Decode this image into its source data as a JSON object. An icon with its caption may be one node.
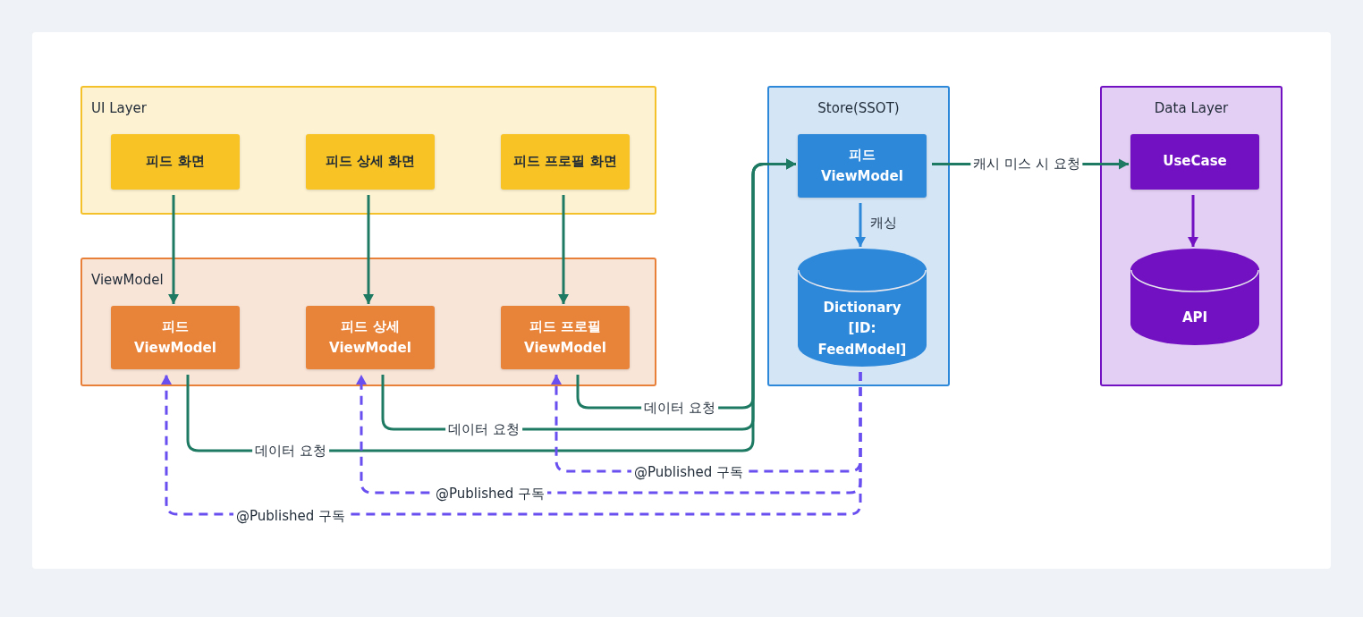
{
  "diagram": {
    "nodes": [
      {
        "text": [
          "UI Layer"
        ]
      },
      {
        "text": [
          "피드 화면"
        ],
        "in": 0
      },
      {
        "text": [
          "피드 상세 화면"
        ],
        "in": 0
      },
      {
        "text": [
          "피드 프로필 화면"
        ],
        "in": 0
      },
      {
        "text": [
          "ViewModel"
        ]
      },
      {
        "text": [
          "피드 ViewModel"
        ],
        "in": 4
      },
      {
        "text": [
          "피드 상세 ViewModel"
        ],
        "in": 4
      },
      {
        "text": [
          "피드 프로필 ViewModel"
        ],
        "in": 4
      },
      {
        "text": [
          "Store(SSOT)"
        ]
      },
      {
        "text": [
          "피드 ViewModel"
        ],
        "in": 8
      },
      {
        "text": [
          "Dictionary [ID: FeedModel]"
        ],
        "in": 8
      },
      {
        "text": [
          "Data Layer"
        ]
      },
      {
        "text": [
          "UseCase"
        ],
        "in": 11
      },
      {
        "text": [
          "API"
        ],
        "in": 11
      }
    ],
    "edges": [
      {
        "from": 1,
        "to": 5,
        "arrow": "to"
      },
      {
        "from": 2,
        "to": 6,
        "arrow": "to"
      },
      {
        "from": 3,
        "to": 7,
        "arrow": "to"
      },
      {
        "from": 5,
        "to": 9,
        "arrow": "to",
        "label": "데이터 요청"
      },
      {
        "from": 6,
        "to": 9,
        "arrow": "to",
        "label": "데이터 요청"
      },
      {
        "from": 7,
        "to": 9,
        "arrow": "to",
        "label": "데이터 요청"
      },
      {
        "from": 9,
        "to": 10,
        "arrow": "to",
        "label": "캐싱",
        "color": "#2d88d9"
      },
      {
        "from": 9,
        "to": 12,
        "arrow": "to",
        "label": "캐시 미스 시 요청"
      },
      {
        "from": 12,
        "to": 13,
        "arrow": "to",
        "color": "#7211c1"
      },
      {
        "from": 10,
        "to": 5,
        "arrow": "to",
        "label": "@Published 구독",
        "style": "dashed",
        "color": "#6a4ff0"
      },
      {
        "from": 10,
        "to": 6,
        "arrow": "to",
        "label": "@Published 구독",
        "style": "dashed",
        "color": "#6a4ff0"
      },
      {
        "from": 10,
        "to": 7,
        "arrow": "to",
        "label": "@Published 구독",
        "style": "dashed",
        "color": "#6a4ff0"
      }
    ]
  }
}
